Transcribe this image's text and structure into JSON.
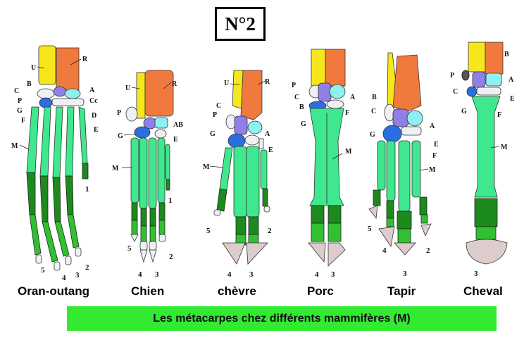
{
  "title": "N°2",
  "caption": "Les métacarpes chez différents mammifères  (M)",
  "animals": {
    "oran": {
      "name": "Oran-outang",
      "labels": [
        "U",
        "R",
        "B",
        "C",
        "A",
        "P",
        "Cc",
        "G",
        "D",
        "F",
        "E",
        "M"
      ],
      "digits": [
        "1",
        "5",
        "4",
        "3",
        "2"
      ]
    },
    "chien": {
      "name": "Chien",
      "labels": [
        "U",
        "R",
        "P",
        "AB",
        "G",
        "E",
        "M"
      ],
      "digits": [
        "1",
        "5",
        "4",
        "3",
        "2"
      ]
    },
    "chevre": {
      "name": "chèvre",
      "labels": [
        "U",
        "R",
        "C",
        "P",
        "G",
        "A",
        "E",
        "M"
      ],
      "digits": [
        "5",
        "2",
        "4",
        "3"
      ]
    },
    "porc": {
      "name": "Porc",
      "labels": [
        "P",
        "C",
        "B",
        "A",
        "G",
        "F",
        "M"
      ],
      "digits": [
        "4",
        "3"
      ]
    },
    "tapir": {
      "name": "Tapir",
      "labels": [
        "B",
        "C",
        "G",
        "A",
        "E",
        "F",
        "M"
      ],
      "digits": [
        "5",
        "4",
        "2",
        "3"
      ]
    },
    "cheval": {
      "name": "Cheval",
      "labels": [
        "B",
        "P",
        "A",
        "C",
        "E",
        "G",
        "F",
        "M"
      ],
      "digits": [
        "3"
      ]
    }
  },
  "colors": {
    "ulna": "#f6e71c",
    "radius": "#f07a3e",
    "metacarpal": "#3fe88e",
    "phalanx": "#1c8a1c",
    "banner": "#33ea33"
  }
}
